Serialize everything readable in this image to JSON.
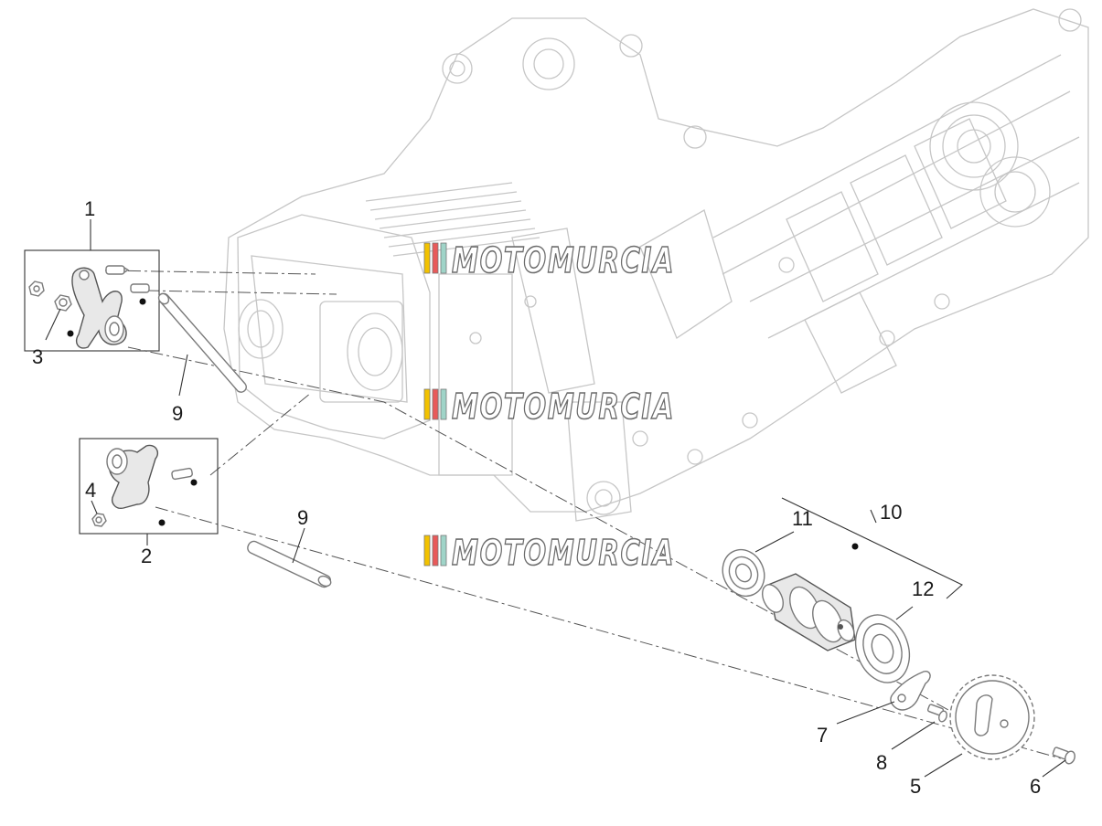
{
  "watermark": {
    "text": "MOTOMURCIA",
    "stripe_colors": [
      "#f2c200",
      "#e85a5a",
      "#9fd4c8"
    ]
  },
  "callouts": {
    "c1": "1",
    "c2": "2",
    "c3": "3",
    "c4": "4",
    "c5": "5",
    "c6": "6",
    "c7": "7",
    "c8": "8",
    "c9a": "9",
    "c9b": "9",
    "c10": "10",
    "c11": "11",
    "c12": "12"
  },
  "colors": {
    "engine_outline": "#c6c6c6",
    "part_outline": "#7a7a7a",
    "label_text": "#1a1a1a"
  }
}
